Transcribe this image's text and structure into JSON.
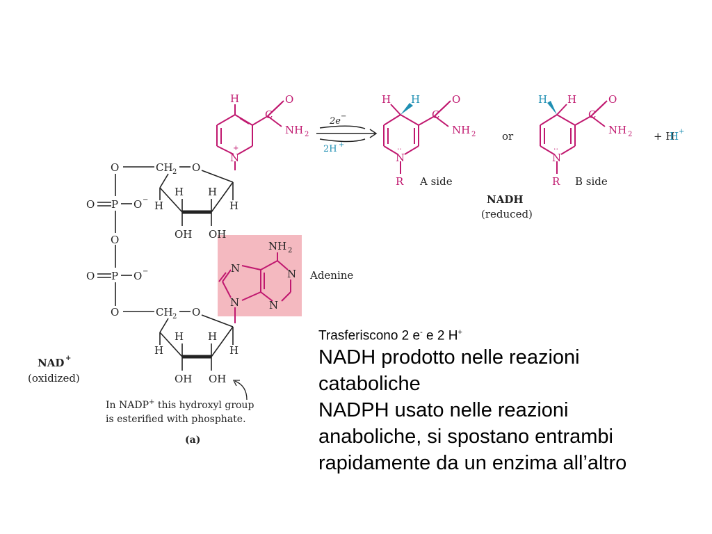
{
  "figure": {
    "nad": {
      "name": "NAD",
      "charge": "+",
      "state": "(oxidized)"
    },
    "nadh": {
      "name": "NADH",
      "state": "(reduced)"
    },
    "adenine_label": "Adenine",
    "reaction": {
      "electrons": "2e",
      "electrons_charge": "−",
      "protons": "2H",
      "protons_charge": "+",
      "or": "or",
      "plus_h": "+ H",
      "plus_h_charge": "+"
    },
    "side_a": "A side",
    "side_b": "B side",
    "annotation_line1": "In NADP",
    "annotation_line1_sup": "+",
    "annotation_line1_rest": " this hydroxyl group",
    "annotation_line2": "is esterified with phosphate.",
    "panel_label": "(a)",
    "atoms": {
      "H": "H",
      "O": "O",
      "N": "N",
      "R": "R",
      "C": "C",
      "CH2": "CH",
      "sub2": "2",
      "NH2": "NH",
      "OH": "OH",
      "P": "P",
      "Ominus": "O",
      "minus": "−",
      "plus": "+",
      "dots": "··"
    }
  },
  "slide": {
    "line1_a": "Trasferiscono 2 e",
    "line1_sup1": "-",
    "line1_b": " e 2 H",
    "line1_sup2": "+",
    "lines": [
      "NADH prodotto nelle reazioni",
      "cataboliche",
      "NADPH usato nelle reazioni",
      "anaboliche, si spostano entrambi",
      "rapidamente da un enzima all’altro"
    ]
  },
  "colors": {
    "magenta": "#c0186f",
    "teal": "#1f8fb3",
    "adenine_box": "#f4b9c0",
    "ink": "#222222"
  }
}
